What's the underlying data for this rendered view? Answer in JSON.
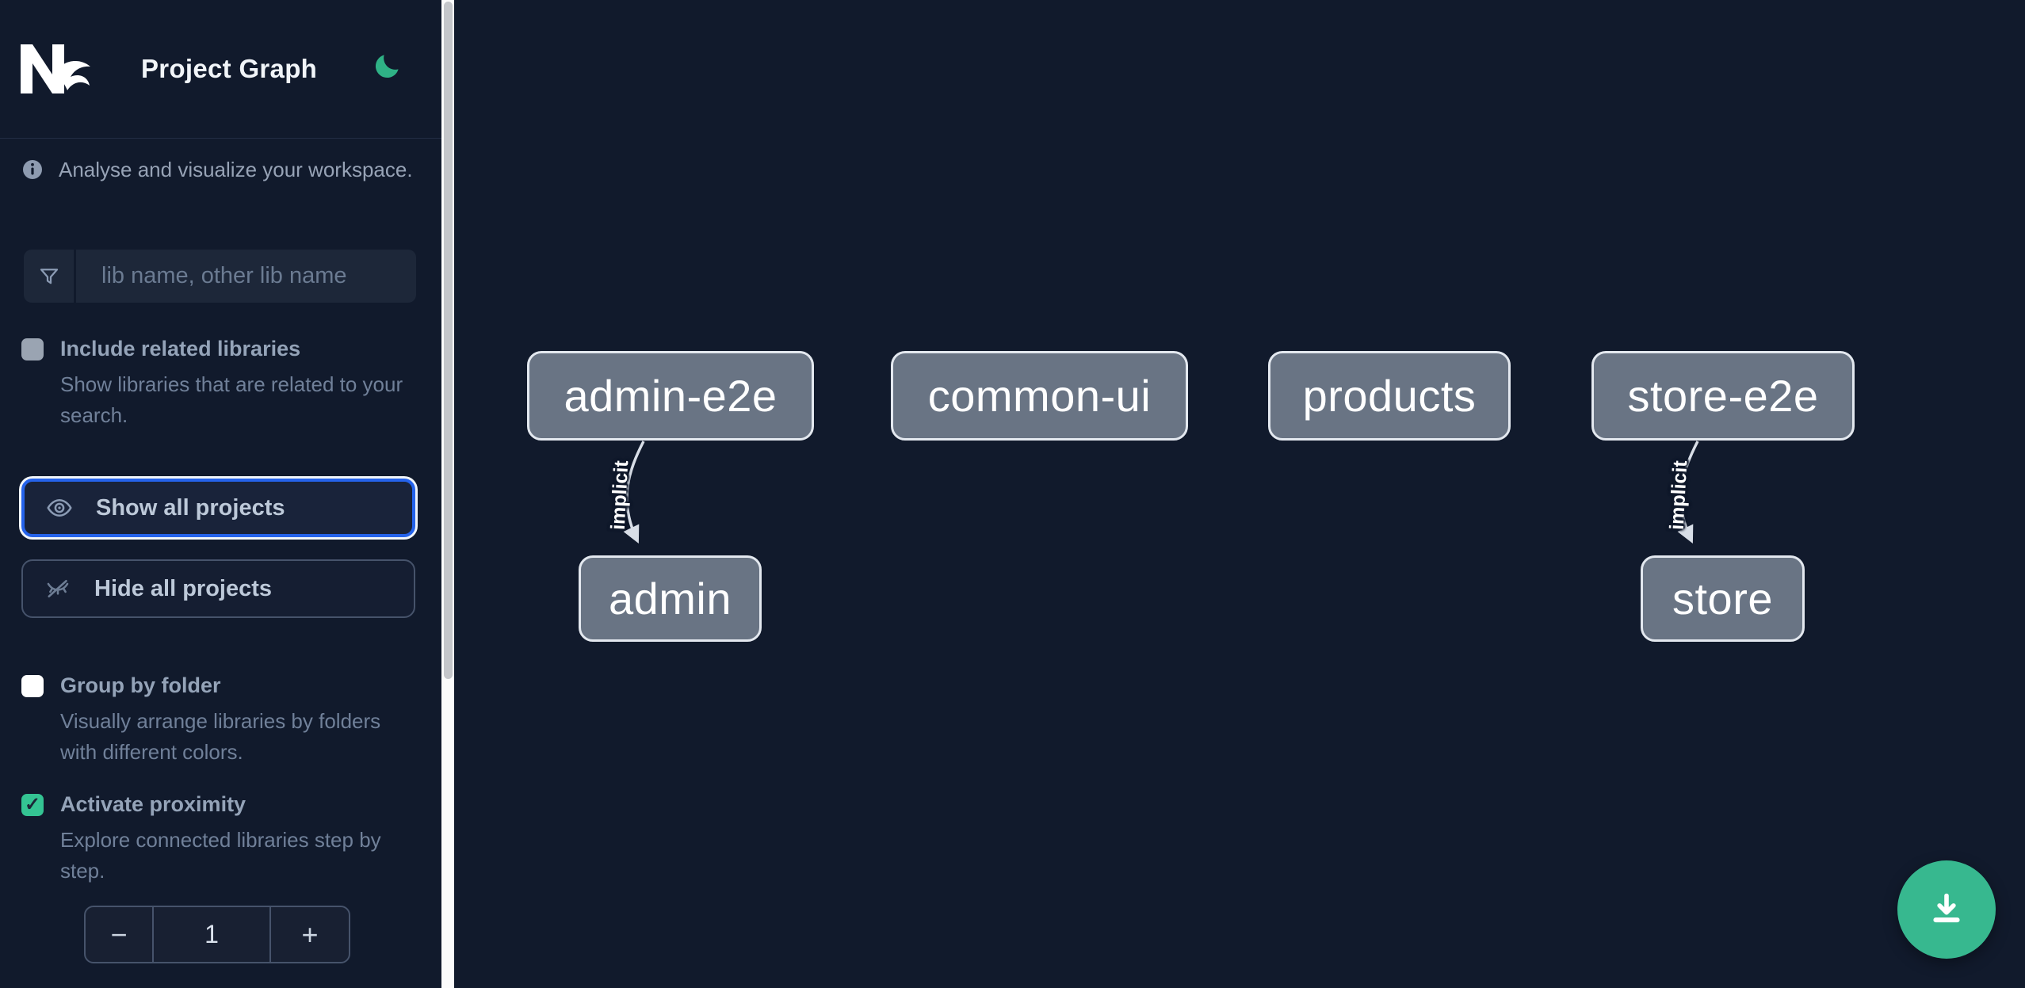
{
  "header": {
    "title": "Project Graph",
    "logo": "nx-logo",
    "theme_toggle": "moon-icon"
  },
  "sidebar": {
    "info_text": "Analyse and visualize your workspace.",
    "search": {
      "icon": "funnel-icon",
      "placeholder": "lib name, other lib name",
      "value": ""
    },
    "options": [
      {
        "label": "Include related libraries",
        "description": "Show libraries that are related to your search.",
        "checked": false,
        "checkbox_style": "gray"
      },
      {
        "label": "Group by folder",
        "description": "Visually arrange libraries by folders with different colors.",
        "checked": false,
        "checkbox_style": "white"
      },
      {
        "label": "Activate proximity",
        "description": "Explore connected libraries step by step.",
        "checked": true,
        "checkbox_style": "green",
        "checkmark": "✓"
      }
    ],
    "buttons": [
      {
        "label": "Show all projects",
        "icon": "eye-icon",
        "focused": true
      },
      {
        "label": "Hide all projects",
        "icon": "eye-off-icon",
        "focused": false
      }
    ],
    "proximity_stepper": {
      "decrement": "−",
      "value": "1",
      "increment": "+"
    }
  },
  "graph": {
    "nodes": [
      {
        "label": "admin-e2e"
      },
      {
        "label": "common-ui"
      },
      {
        "label": "products"
      },
      {
        "label": "store-e2e"
      },
      {
        "label": "admin"
      },
      {
        "label": "store"
      }
    ],
    "edges": [
      {
        "from": "admin-e2e",
        "to": "admin",
        "label": "implicit"
      },
      {
        "from": "store-e2e",
        "to": "store",
        "label": "implicit"
      }
    ]
  },
  "fab": {
    "icon": "download-icon"
  },
  "colors": {
    "background": "#111a2c",
    "node_fill": "#697484",
    "node_border": "#e3e8ef",
    "edge": "#d8dee7",
    "focus_ring_blue": "#2563eb",
    "sidebar_label": "#94a3b8",
    "sidebar_description": "#708099",
    "green_fab": "#37b88f",
    "green_checkbox": "#34c493",
    "green_moon": "#2fb286",
    "input_bg": "#1d2739",
    "scrollbar_track": "#fbfbfb",
    "scrollbar_thumb": "#c4c6ca"
  }
}
